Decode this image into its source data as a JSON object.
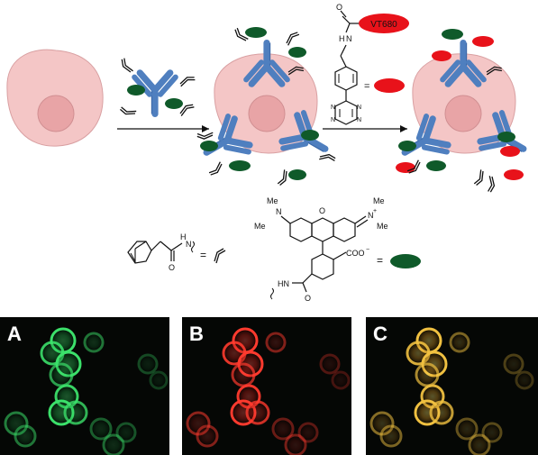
{
  "labels": {
    "vt680": "VT680",
    "equals": "=",
    "me": "Me",
    "n": "N",
    "n_plus": "N",
    "plus": "+",
    "o": "O",
    "h": "H",
    "hn": "HN",
    "coo": "COO",
    "minus": "−"
  },
  "panels": [
    {
      "letter": "A",
      "channel": "green"
    },
    {
      "letter": "B",
      "channel": "red"
    },
    {
      "letter": "C",
      "channel": "merge"
    }
  ],
  "colors": {
    "cell": "#f4c6c6",
    "nucleus": "#e8a4a6",
    "antibody": "#4f7fbf",
    "green_dye": "#0f5a2a",
    "red_dye": "#e8121a",
    "panel_bg": "#050705"
  }
}
